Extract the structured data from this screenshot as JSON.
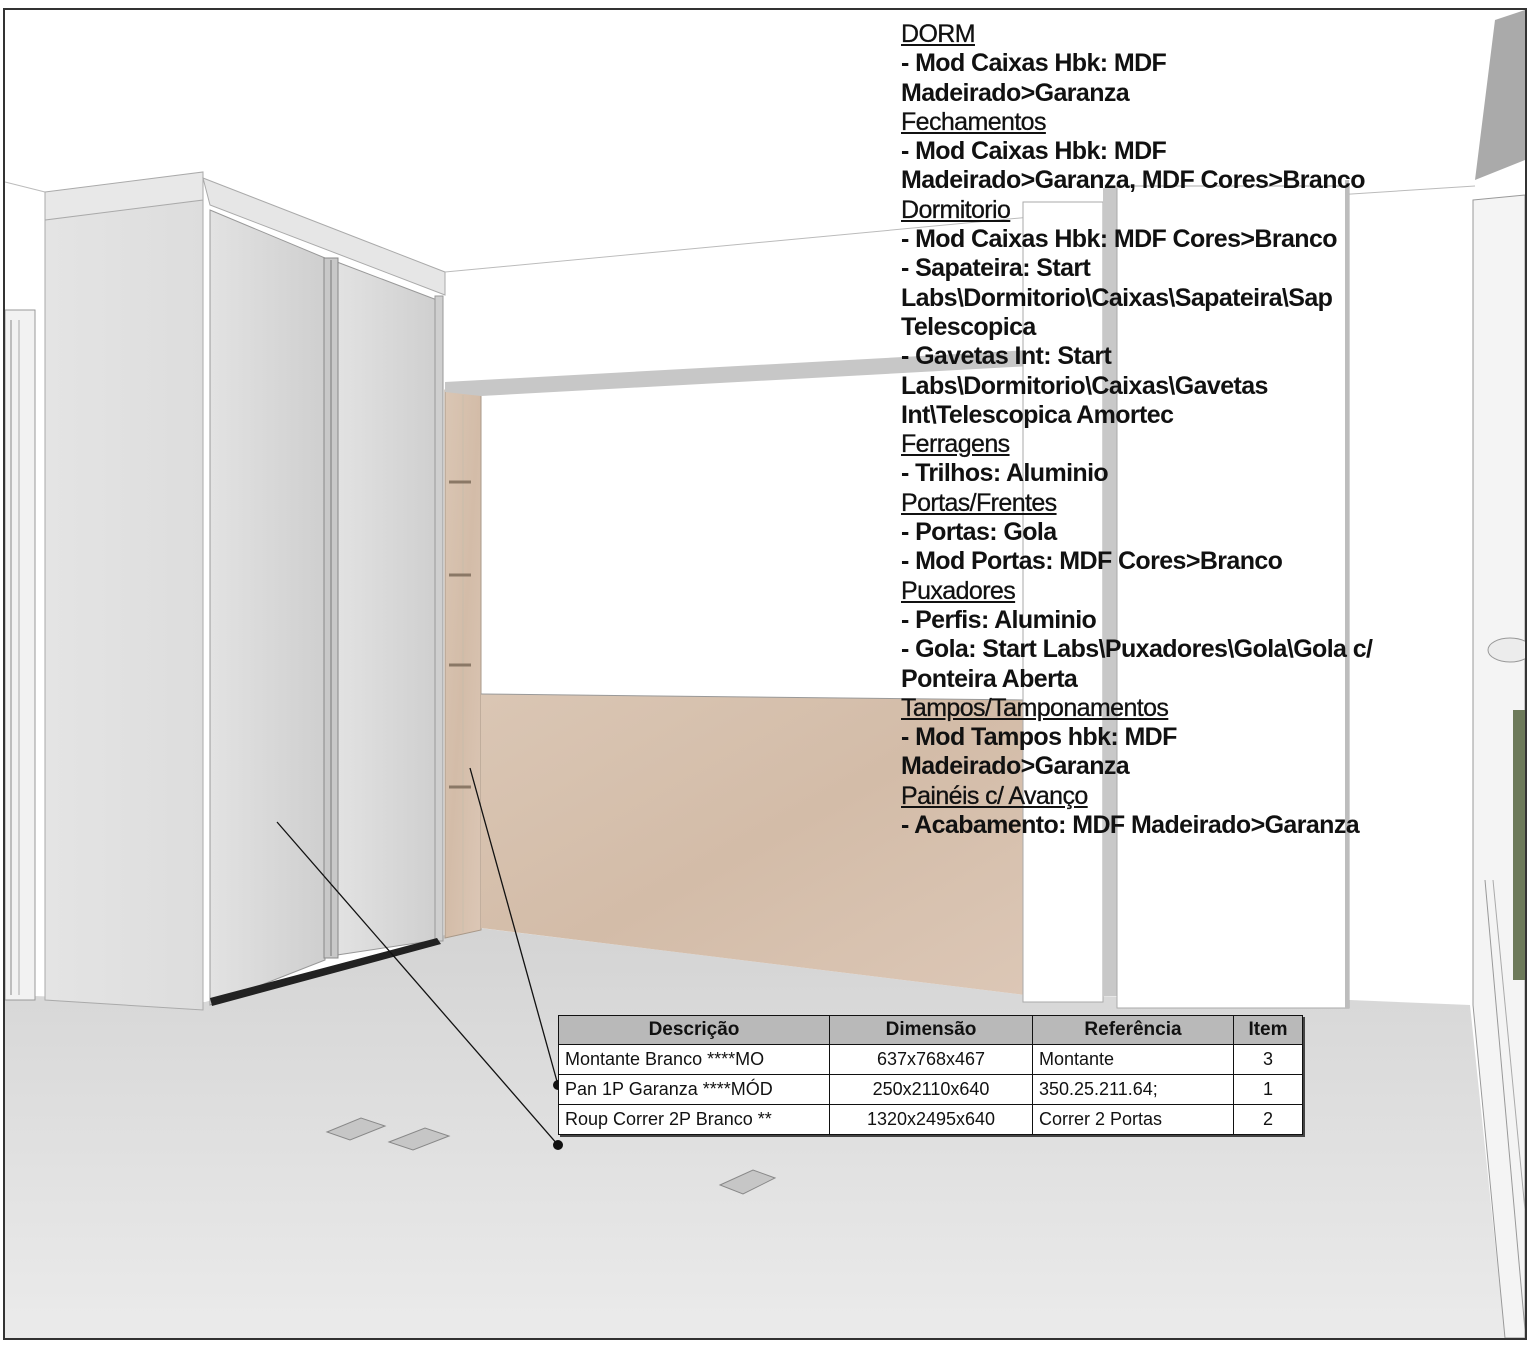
{
  "spec_notes": {
    "lines": [
      {
        "text": "DORM",
        "heading": true
      },
      {
        "text": "- Mod Caixas Hbk: MDF",
        "heading": false
      },
      {
        "text": "Madeirado>Garanza",
        "heading": false
      },
      {
        "text": "Fechamentos",
        "heading": true
      },
      {
        "text": "- Mod Caixas Hbk: MDF",
        "heading": false
      },
      {
        "text": "Madeirado>Garanza, MDF Cores>Branco",
        "heading": false
      },
      {
        "text": "Dormitorio",
        "heading": true
      },
      {
        "text": "- Mod Caixas Hbk: MDF Cores>Branco",
        "heading": false
      },
      {
        "text": "- Sapateira: Start",
        "heading": false
      },
      {
        "text": "Labs\\Dormitorio\\Caixas\\Sapateira\\Sap",
        "heading": false
      },
      {
        "text": "Telescopica",
        "heading": false
      },
      {
        "text": "- Gavetas Int: Start",
        "heading": false
      },
      {
        "text": "Labs\\Dormitorio\\Caixas\\Gavetas",
        "heading": false
      },
      {
        "text": "Int\\Telescopica Amortec",
        "heading": false
      },
      {
        "text": "Ferragens",
        "heading": true
      },
      {
        "text": "- Trilhos: Aluminio",
        "heading": false
      },
      {
        "text": "Portas/Frentes",
        "heading": true
      },
      {
        "text": "- Portas: Gola",
        "heading": false
      },
      {
        "text": "- Mod Portas: MDF Cores>Branco",
        "heading": false
      },
      {
        "text": "Puxadores",
        "heading": true
      },
      {
        "text": "- Perfis: Aluminio",
        "heading": false
      },
      {
        "text": "- Gola: Start Labs\\Puxadores\\Gola\\Gola c/",
        "heading": false
      },
      {
        "text": "Ponteira Aberta",
        "heading": false
      },
      {
        "text": "Tampos/Tamponamentos",
        "heading": true
      },
      {
        "text": "- Mod Tampos hbk: MDF",
        "heading": false
      },
      {
        "text": "Madeirado>Garanza",
        "heading": false
      },
      {
        "text": "Painéis c/ Avanço",
        "heading": true
      },
      {
        "text": "- Acabamento: MDF Madeirado>Garanza",
        "heading": false
      }
    ]
  },
  "bom_table": {
    "headers": [
      "Descrição",
      "Dimensão",
      "Referência",
      "Item"
    ],
    "rows": [
      [
        "Montante Branco ****MO",
        "637x768x467",
        "Montante",
        "3"
      ],
      [
        "Pan 1P Garanza ****MÓD",
        "250x2110x640",
        "350.25.211.64;",
        "1"
      ],
      [
        "Roup Correr 2P Branco **",
        "1320x2495x640",
        "Correr 2 Portas",
        "2"
      ]
    ]
  },
  "colors": {
    "wood_garanza": "#d9c4b2",
    "white_mdf": "#dcdcdc",
    "floor": "#dedede",
    "header_fill": "#b9b9b9",
    "outline": "#333333"
  }
}
